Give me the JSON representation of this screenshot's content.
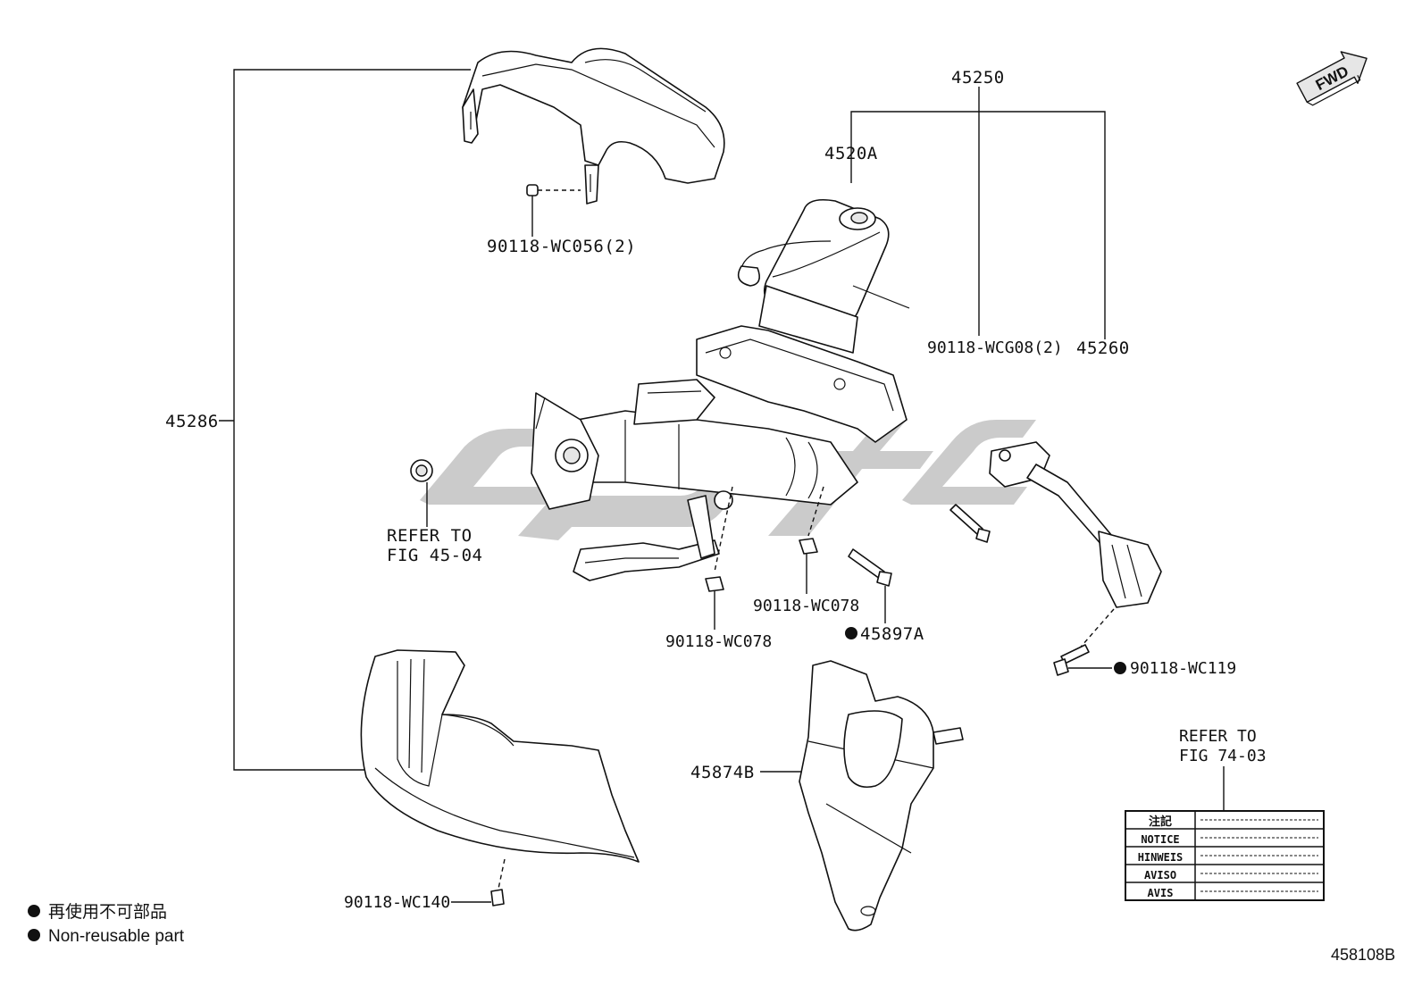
{
  "labels": {
    "p45286": "45286",
    "p45250": "45250",
    "p4520A": "4520A",
    "p45260": "45260",
    "p90118_wc056": "90118-WC056(2)",
    "p90118_wcg08": "90118-WCG08(2)",
    "p90118_wc078_a": "90118-WC078",
    "p90118_wc078_b": "90118-WC078",
    "p45897A": "45897A",
    "p90118_wc119": "90118-WC119",
    "p45874B": "45874B",
    "p90118_wc140": "90118-WC140",
    "refer_4504_line1": "REFER TO",
    "refer_4504_line2": "FIG 45-04",
    "refer_7403_line1": "REFER TO",
    "refer_7403_line2": "FIG 74-03",
    "fwd": "FWD"
  },
  "notice_table": {
    "rows": [
      "注記",
      "NOTICE",
      "HINWEIS",
      "AVISO",
      "AVIS"
    ]
  },
  "legend": {
    "items": [
      "再使用不可部品",
      "Non-reusable part"
    ]
  },
  "figure_code": "458108B"
}
